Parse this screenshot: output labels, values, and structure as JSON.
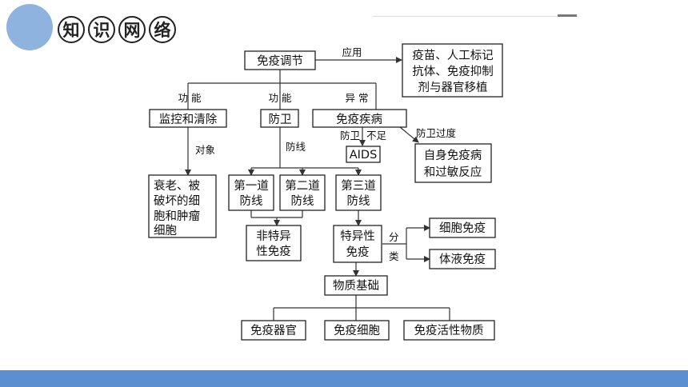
{
  "header": {
    "title_chars": [
      "知",
      "识",
      "网",
      "络"
    ]
  },
  "diagram": {
    "nodes": {
      "immune_regulation": "免疫调节",
      "applications": [
        "疫苗、人工标记",
        "抗体、免疫抑制",
        "剂与器官移植"
      ],
      "monitor_clear": "监控和清除",
      "defense": "防卫",
      "immune_disease": "免疫疾病",
      "targets": [
        "衰老、被",
        "破坏的细",
        "胞和肿瘤",
        "细胞"
      ],
      "aids": "AIDS",
      "autoimmune": [
        "自身免疫病",
        "和过敏反应"
      ],
      "first_line": [
        "第一道",
        "防线"
      ],
      "second_line": [
        "第二道",
        "防线"
      ],
      "third_line": [
        "第三道",
        "防线"
      ],
      "nonspecific": [
        "非特异",
        "性免疫"
      ],
      "specific": [
        "特异性",
        "免疫"
      ],
      "cellular": "细胞免疫",
      "humoral": "体液免疫",
      "material_basis": "物质基础",
      "organs": "免疫器官",
      "cells": "免疫细胞",
      "active_substances": "免疫活性物质"
    },
    "labels": {
      "apply": "应用",
      "function_1": "功 能",
      "function_2": "功 能",
      "abnormal": "异 常",
      "target": "对象",
      "defense_line": "防线",
      "defense_insufficient_a": "防卫",
      "defense_insufficient_b": "不足",
      "defense_excess": "防卫过度",
      "classify_a": "分",
      "classify_b": "类"
    }
  },
  "colors": {
    "logo": "#8fb3df",
    "footer": "#5b8fd1"
  }
}
